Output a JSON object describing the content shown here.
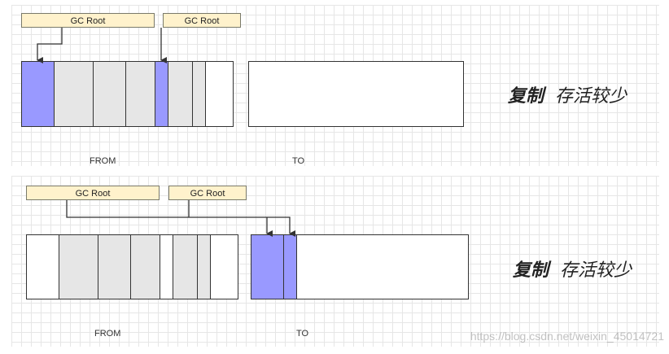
{
  "top": {
    "roots": [
      "GC Root",
      "GC Root"
    ],
    "from_label": "FROM",
    "to_label": "TO",
    "caption_bold": "复制",
    "caption_rest": "存活较少"
  },
  "bottom": {
    "roots": [
      "GC Root",
      "GC Root"
    ],
    "from_label": "FROM",
    "to_label": "TO",
    "caption_bold": "复制",
    "caption_rest": "存活较少"
  },
  "watermark": "https://blog.csdn.net/weixin_45014721",
  "colors": {
    "live_object": "#9999ff",
    "dead_object": "#e6e6e6",
    "root_box": "#fff2cc"
  }
}
